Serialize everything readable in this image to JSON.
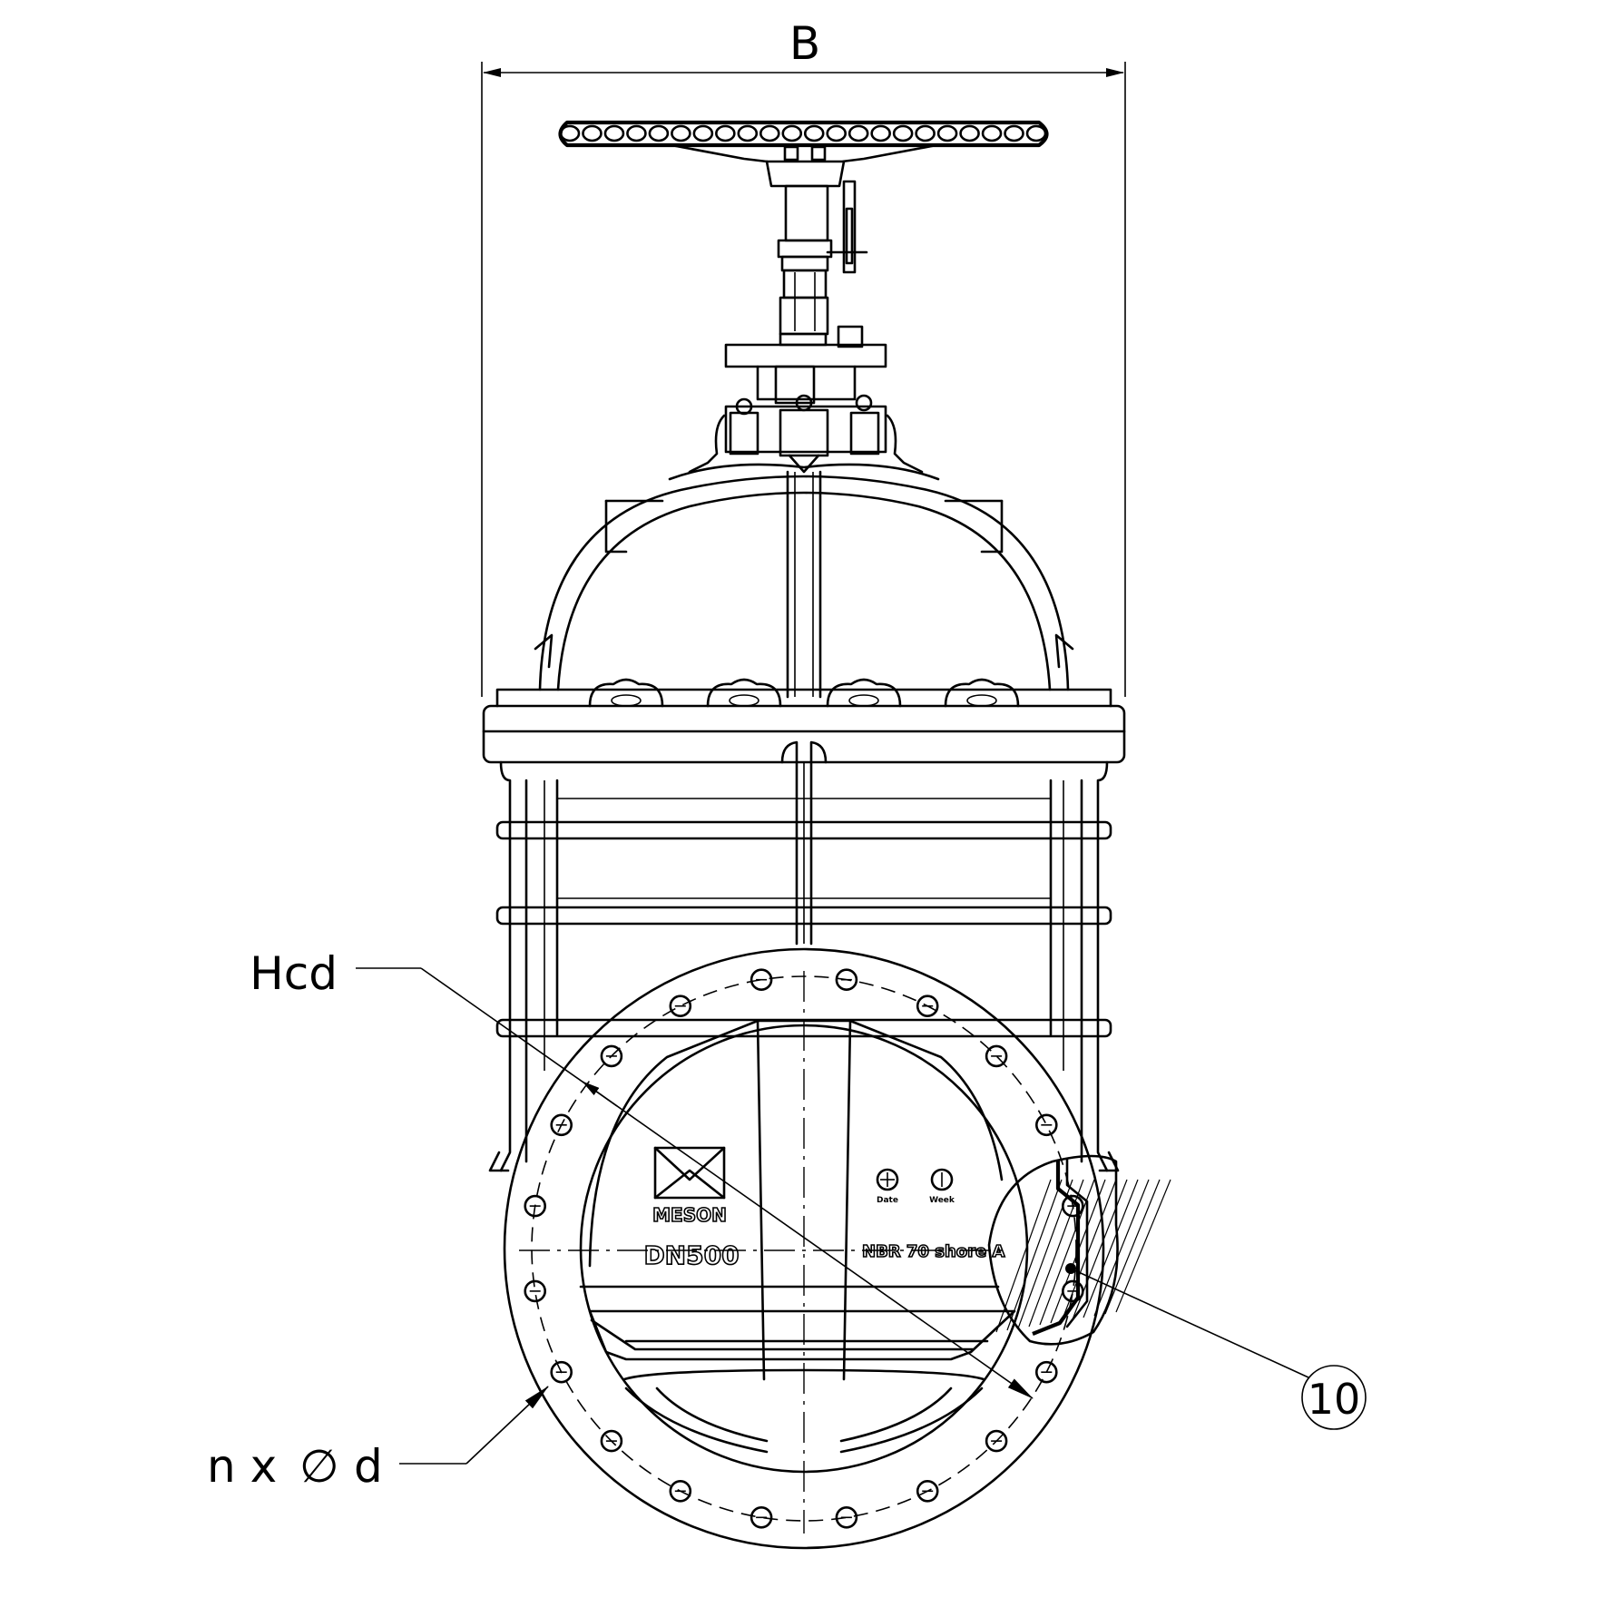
{
  "dimensions": {
    "width_label": "B",
    "hcd_label": "Hcd",
    "bolt_hole_label": {
      "count": "n x",
      "diameter_symbol": "∅",
      "value": "d"
    }
  },
  "callouts": [
    {
      "id": "10"
    }
  ],
  "casting_marks": {
    "brand": "MESON",
    "nominal_size": "DN500",
    "seal_material": "NBR 70 shore A",
    "date_label": "Date",
    "week_label": "Week"
  },
  "flange": {
    "bolt_count": 20
  },
  "handwheel": {
    "grip_count": 22
  }
}
